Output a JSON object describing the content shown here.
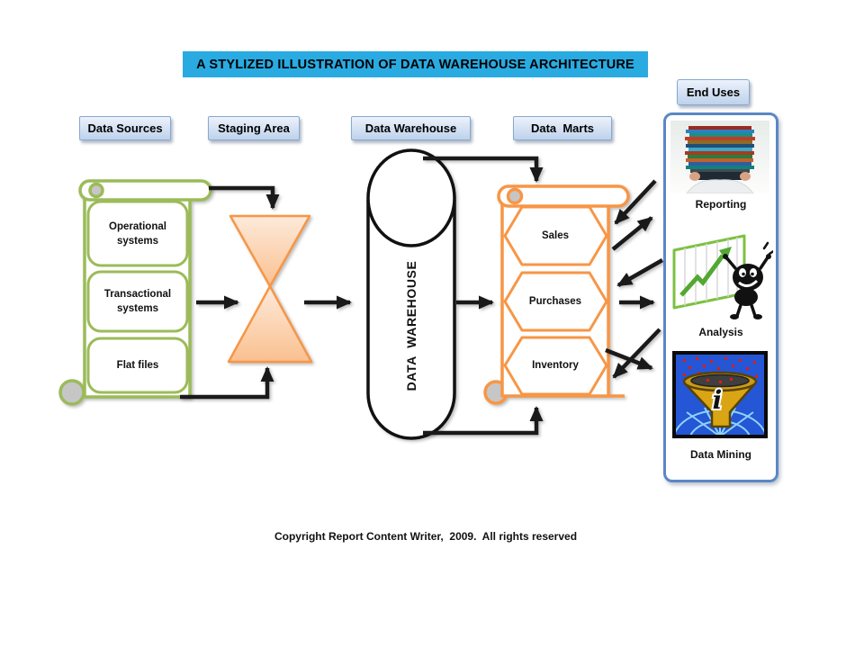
{
  "title": "A STYLIZED ILLUSTRATION OF DATA WAREHOUSE ARCHITECTURE",
  "stage_labels": {
    "data_sources": "Data Sources",
    "staging_area": "Staging Area",
    "data_warehouse": "Data Warehouse",
    "data_marts": "Data  Marts",
    "end_uses": "End Uses"
  },
  "data_sources": {
    "items": [
      "Operational systems",
      "Transactional systems",
      "Flat files"
    ]
  },
  "warehouse": {
    "label": "DATA  WAREHOUSE"
  },
  "data_marts": {
    "items": [
      "Sales",
      "Purchases",
      "Inventory"
    ]
  },
  "end_uses": {
    "items": [
      {
        "label": "Reporting",
        "icon": "report-stack-photo"
      },
      {
        "label": "Analysis",
        "icon": "growth-chart-cartoon"
      },
      {
        "label": "Data Mining",
        "icon": "funnel-globe-clipart",
        "icon_letter": "i"
      }
    ]
  },
  "footer": {
    "copyright": "Copyright Report Content Writer,  2009.  All rights reserved"
  },
  "colors": {
    "title_bg": "#29ABE2",
    "stage_button_border": "#87A9CF",
    "sources_green": "#9BBB59",
    "marts_orange": "#F79646",
    "panel_border": "#5B87C5",
    "arrow": "#1A1A1A"
  }
}
